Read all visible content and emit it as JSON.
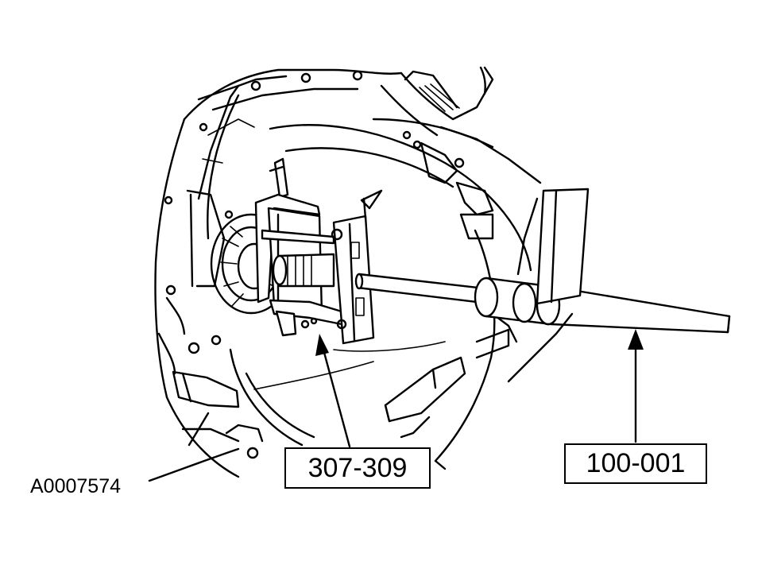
{
  "figure_id": "A0007574",
  "callouts": [
    {
      "label": "307-309"
    },
    {
      "label": "100-001"
    }
  ],
  "colors": {
    "line": "#000000",
    "background": "#ffffff"
  }
}
